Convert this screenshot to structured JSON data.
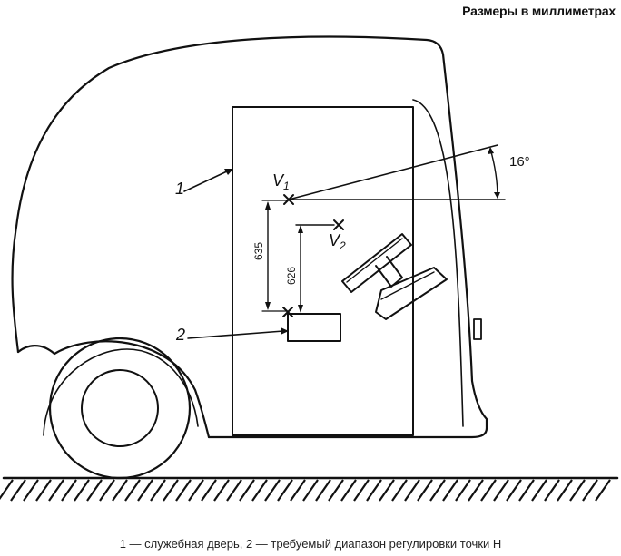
{
  "header": {
    "units_note": "Размеры в миллиметрах"
  },
  "labels": {
    "callout_1": "1",
    "callout_2": "2",
    "point_v1": "V",
    "point_v1_sub": "1",
    "point_v2": "V",
    "point_v2_sub": "2",
    "angle": "16°",
    "dim_outer": "635",
    "dim_inner": "626"
  },
  "caption": {
    "text": "1 — служебная дверь, 2 — требуемый диапазон регулировки точки H"
  }
}
